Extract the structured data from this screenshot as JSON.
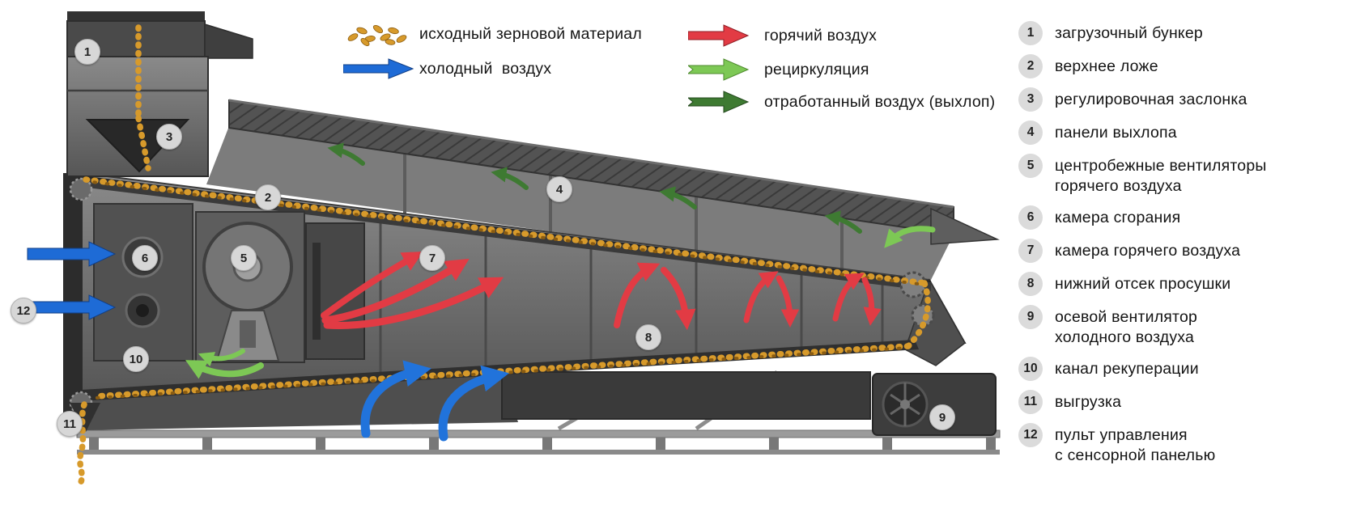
{
  "legend": {
    "items": [
      {
        "id": "grain",
        "icon": "grain-icon",
        "label": "исходный зерновой материал",
        "color": "#D79A2B"
      },
      {
        "id": "cold",
        "icon": "cold-air-arrow-icon",
        "label": "холодный  воздух",
        "color": "#1E6BD6"
      },
      {
        "id": "hot",
        "icon": "hot-air-arrow-icon",
        "label": "горячий воздух",
        "color": "#E23B44"
      },
      {
        "id": "recirc",
        "icon": "recirculation-arrow-icon",
        "label": "рециркуляция",
        "color": "#7DC855"
      },
      {
        "id": "exhaust",
        "icon": "exhaust-arrow-icon",
        "label": "отработанный воздух (выхлоп)",
        "color": "#3E7A32"
      }
    ]
  },
  "parts": {
    "items": [
      {
        "num": "1",
        "label": "загрузочный бункер"
      },
      {
        "num": "2",
        "label": "верхнее ложе"
      },
      {
        "num": "3",
        "label": "регулировочная заслонка"
      },
      {
        "num": "4",
        "label": "панели выхлопа"
      },
      {
        "num": "5",
        "label": "центробежные вентиляторы\nгорячего воздуха"
      },
      {
        "num": "6",
        "label": "камера сгорания"
      },
      {
        "num": "7",
        "label": "камера горячего воздуха"
      },
      {
        "num": "8",
        "label": "нижний отсек просушки"
      },
      {
        "num": "9",
        "label": "осевой вентилятор\nхолодного воздуха"
      },
      {
        "num": "10",
        "label": "канал рекуперации"
      },
      {
        "num": "11",
        "label": "выгрузка"
      },
      {
        "num": "12",
        "label": "пульт управления\nс сенсорной панелью"
      }
    ]
  }
}
